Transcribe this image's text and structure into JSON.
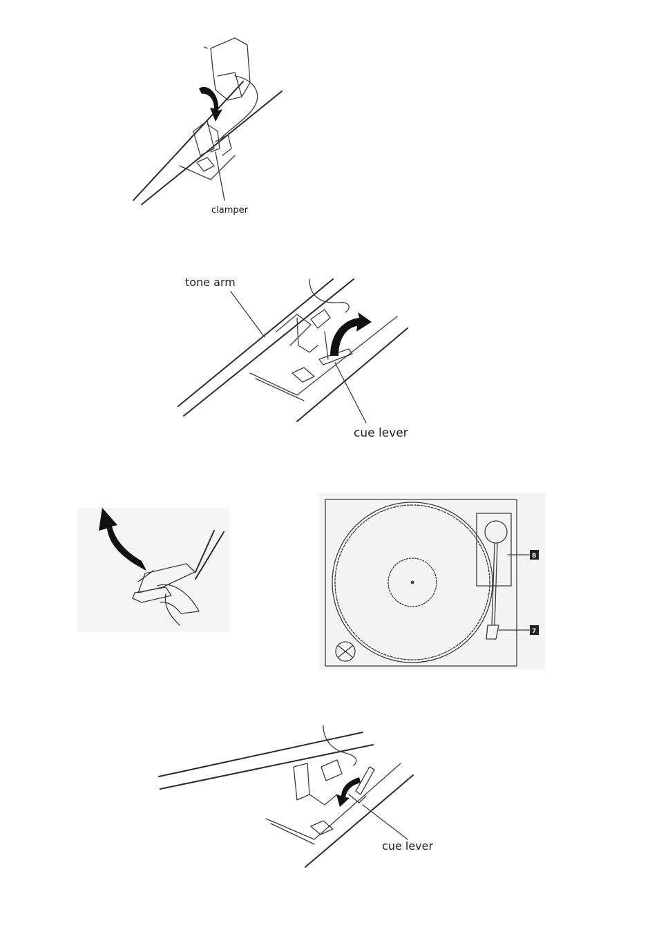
{
  "figures": {
    "fig1": {
      "label_clamper": "clamper"
    },
    "fig2": {
      "label_tone_arm": "tone arm",
      "label_cue_lever": "cue lever"
    },
    "fig3": {},
    "fig4": {
      "badge_top": "8",
      "badge_bottom": "7"
    },
    "fig5": {
      "label_cue_lever": "cue lever"
    }
  },
  "colors": {
    "line": "#2a2a2a",
    "panel_bg": "#f4f4f4",
    "arrow": "#111111"
  },
  "icons": [
    "curved-arrow-icon"
  ]
}
